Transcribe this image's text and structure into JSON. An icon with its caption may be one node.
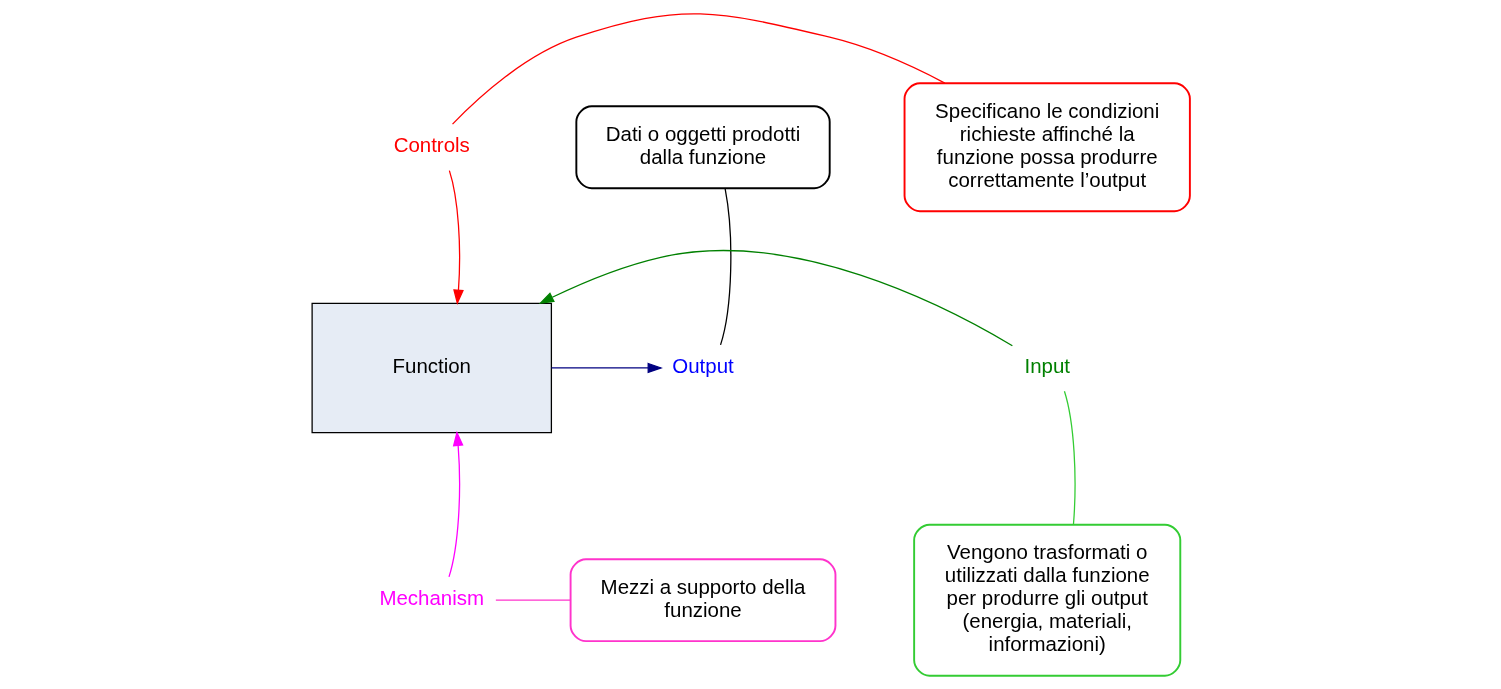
{
  "diagram": {
    "nodes": [
      {
        "text": [
          "Controls"
        ]
      },
      {
        "text": [
          "Specificano le condizioni richieste affinché la funzione possa produrre correttamente l’output"
        ]
      },
      {
        "text": [
          "Dati o oggetti prodotti dalla funzione"
        ]
      },
      {
        "text": [
          "Function"
        ]
      },
      {
        "text": [
          "Input"
        ]
      },
      {
        "text": [
          "Output"
        ]
      },
      {
        "text": [
          "Vengono trasformati o utilizzati dalla funzione per produrre gli output (energia, materiali, informazioni)"
        ]
      },
      {
        "text": [
          "Mezzi a supporto della funzione"
        ]
      },
      {
        "text": [
          "Mechanism"
        ]
      }
    ],
    "edges": [
      {
        "from": 0,
        "to": 3,
        "arrow": "to",
        "color": "#ff0000"
      },
      {
        "from": 4,
        "to": 3,
        "arrow": "to",
        "color": "#008000"
      },
      {
        "from": 3,
        "to": 5,
        "arrow": "to",
        "color": "#000080"
      },
      {
        "from": 8,
        "to": 3,
        "arrow": "to",
        "color": "#ff00ff"
      },
      {
        "from": 1,
        "to": 0,
        "arrow": "none",
        "color": "#ff0000"
      },
      {
        "from": 2,
        "to": 5,
        "arrow": "none",
        "color": "#000000"
      },
      {
        "from": 6,
        "to": 4,
        "arrow": "none",
        "color": "#33cc33"
      },
      {
        "from": 7,
        "to": 8,
        "arrow": "none",
        "color": "#ff33cc"
      }
    ]
  }
}
